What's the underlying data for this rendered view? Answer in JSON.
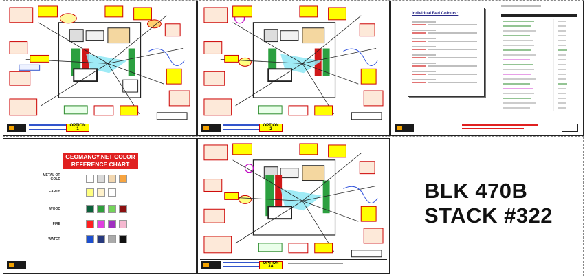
{
  "sheets": {
    "option_label": "OPTION",
    "option_numbers": [
      "1",
      "2",
      "3A"
    ]
  },
  "colours_doc": {
    "title": "Individual Bed Colours:"
  },
  "color_chart": {
    "title": "GEOMANCY.NET COLOR REFERENCE CHART",
    "rows": [
      {
        "label": "METAL OR GOLD",
        "colors": [
          "#ffffff",
          "#d9d9d9",
          "#f2d7b0",
          "#f7a440"
        ]
      },
      {
        "label": "EARTH",
        "colors": [
          "#ffff80",
          "#fff2cc",
          "#ffffff",
          "#ffffff"
        ]
      },
      {
        "label": "WOOD",
        "colors": [
          "#0b5f3a",
          "#2e9e3c",
          "#74d45a",
          "#8b1010"
        ]
      },
      {
        "label": "FIRE",
        "colors": [
          "#ff2020",
          "#e040e0",
          "#a030c0",
          "#f5b8d0"
        ]
      },
      {
        "label": "WATER",
        "colors": [
          "#1c4fd0",
          "#27397d",
          "#aaaaaa",
          "#111111"
        ]
      }
    ]
  },
  "block": {
    "line1": "BLK 470B",
    "line2": "STACK #322"
  },
  "colors": {
    "accent_red": "#e02020",
    "highlight_yellow": "#ffff00",
    "cyan": "#8ee8f4"
  }
}
